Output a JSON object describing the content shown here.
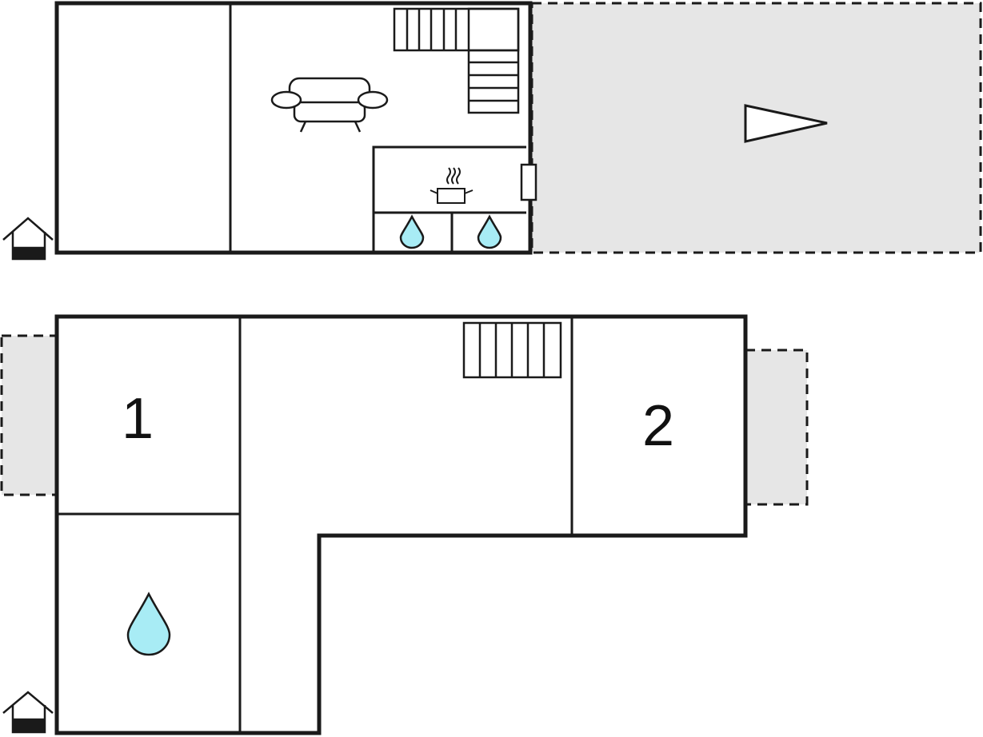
{
  "floors": [
    {
      "name": "upper",
      "rooms": [
        {
          "id": "left-room"
        },
        {
          "id": "living-room",
          "icon": "sofa-icon"
        },
        {
          "id": "kitchen",
          "icon": "cooking-pot-icon"
        },
        {
          "id": "bathroom-a",
          "icon": "water-drop-icon"
        },
        {
          "id": "bathroom-b",
          "icon": "water-drop-icon"
        }
      ],
      "terrace": {
        "icon": "direction-arrow-icon"
      },
      "entrance_icon": "house-entrance-icon"
    },
    {
      "name": "lower",
      "rooms": [
        {
          "id": "bedroom-1",
          "label": "1"
        },
        {
          "id": "bathroom",
          "icon": "water-drop-icon"
        },
        {
          "id": "hall"
        },
        {
          "id": "bedroom-2",
          "label": "2"
        }
      ],
      "entrance_icon": "house-entrance-icon"
    }
  ],
  "colors": {
    "wall": "#1a1a1a",
    "terrace_fill": "#e6e6e6",
    "water_drop": "#a8ecf5",
    "background": "#ffffff"
  }
}
